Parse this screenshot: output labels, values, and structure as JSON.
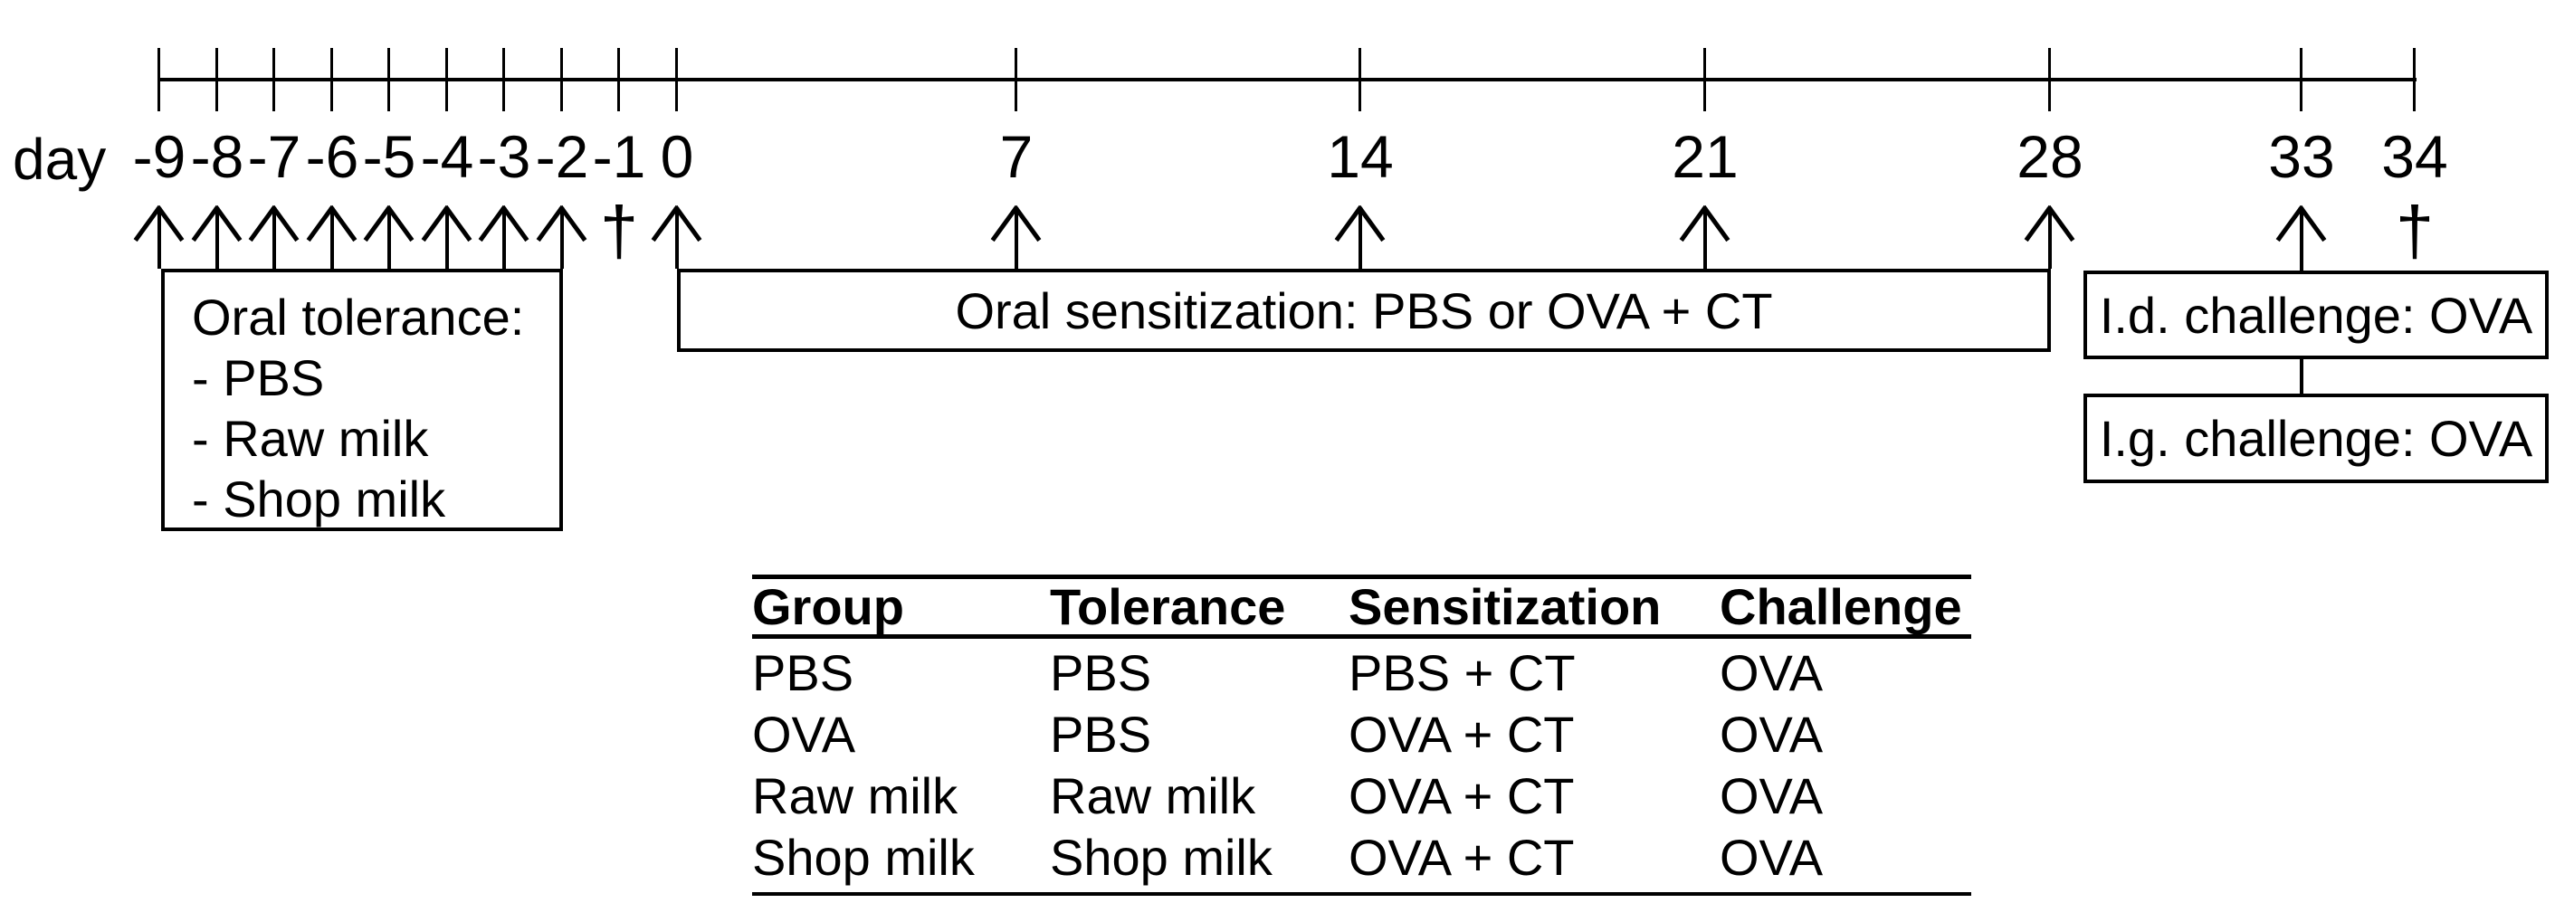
{
  "figure": {
    "axis_label": "day",
    "timeline_days": [
      "-9",
      "-8",
      "-7",
      "-6",
      "-5",
      "-4",
      "-3",
      "-2",
      "-1",
      "0",
      "7",
      "14",
      "21",
      "28",
      "33",
      "34"
    ],
    "tolerance_arrow_days": [
      "-9",
      "-8",
      "-7",
      "-6",
      "-5",
      "-4",
      "-3",
      "-2"
    ],
    "sensitization_arrow_days": [
      "0",
      "7",
      "14",
      "21",
      "28"
    ],
    "challenge_arrow_days": [
      "33"
    ],
    "dagger_days": [
      "-1",
      "34"
    ],
    "dagger_symbol": "†",
    "tolerance_box": {
      "lines": [
        "Oral tolerance:",
        "- PBS",
        "- Raw milk",
        "- Shop milk"
      ]
    },
    "sensitization_box": {
      "label": "Oral sensitization: PBS or OVA + CT"
    },
    "id_challenge_box": {
      "label": "I.d. challenge: OVA"
    },
    "ig_challenge_box": {
      "label": "I.g. challenge: OVA"
    }
  },
  "table": {
    "headers": [
      "Group",
      "Tolerance",
      "Sensitization",
      "Challenge"
    ],
    "rows": [
      [
        "PBS",
        "PBS",
        "PBS + CT",
        "OVA"
      ],
      [
        "OVA",
        "PBS",
        "OVA + CT",
        "OVA"
      ],
      [
        "Raw milk",
        "Raw milk",
        "OVA + CT",
        "OVA"
      ],
      [
        "Shop milk",
        "Shop milk",
        "OVA + CT",
        "OVA"
      ]
    ]
  },
  "colors": {
    "ink": "#000000",
    "background": "#ffffff"
  }
}
